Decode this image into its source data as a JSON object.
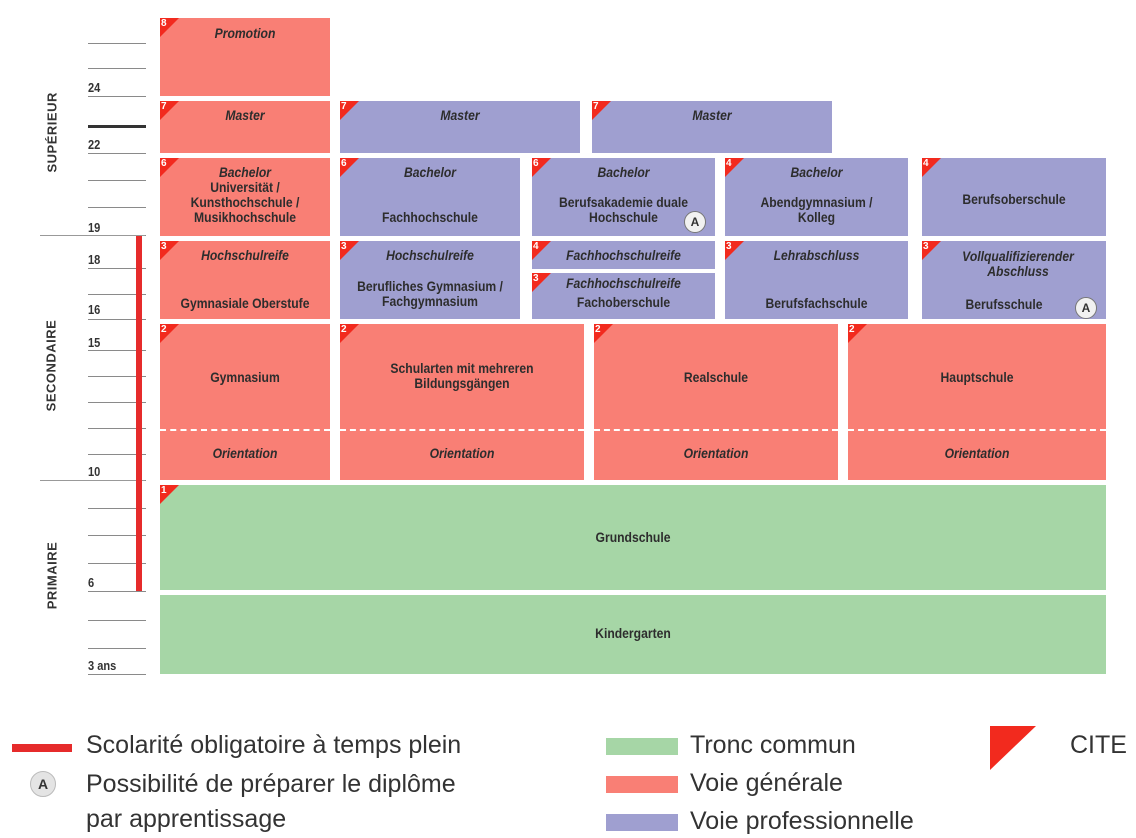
{
  "ages": [
    "24",
    "22",
    "19",
    "18",
    "16",
    "15",
    "10",
    "6",
    "3 ans"
  ],
  "levels": {
    "superieur": "SUPÉRIEUR",
    "secondaire": "SECONDAIRE",
    "primaire": "PRIMAIRE"
  },
  "colors": {
    "generale": "#f97f75",
    "professionnelle": "#9f9fd0",
    "commun": "#a6d6a6",
    "cite": "#f22a1e",
    "obligatoire": "#e62b2b"
  },
  "boxes": {
    "promotion": {
      "cite": "8",
      "title": "Promotion"
    },
    "master_gen": {
      "cite": "7",
      "title": "Master"
    },
    "master_pro1": {
      "cite": "7",
      "title": "Master"
    },
    "master_pro2": {
      "cite": "7",
      "title": "Master"
    },
    "bachelor_uni": {
      "cite": "6",
      "title": "Bachelor",
      "text": "Universität / Kunsthochschule / Musikhochschule"
    },
    "bachelor_fh": {
      "cite": "6",
      "title": "Bachelor",
      "text": "Fachhochschule"
    },
    "bachelor_ba": {
      "cite": "6",
      "title": "Bachelor",
      "text": "Berufsakademie duale Hochschule"
    },
    "bachelor_abend": {
      "cite": "4",
      "title": "Bachelor",
      "text": "Abendgymnasium / Kolleg"
    },
    "berufsoberschule": {
      "cite": "4",
      "text": "Berufsoberschule"
    },
    "gym_oberstufe": {
      "cite": "3",
      "title": "Hochschulreife",
      "text": "Gymnasiale Oberstufe"
    },
    "beruf_gym": {
      "cite": "3",
      "title": "Hochschulreife",
      "text": "Berufliches Gymnasium / Fachgymnasium"
    },
    "fh_reife_a": {
      "cite": "4",
      "title": "Fachhochschulreife"
    },
    "fh_reife_b": {
      "cite": "3",
      "title": "Fachhochschulreife",
      "text": "Fachoberschule"
    },
    "berufsfach": {
      "cite": "3",
      "title": "Lehrabschluss",
      "text": "Berufsfachschule"
    },
    "berufsschule": {
      "cite": "3",
      "title": "Vollqualifizierender Abschluss",
      "text": "Berufsschule"
    },
    "gymnasium": {
      "cite": "2",
      "text": "Gymnasium",
      "orientation": "Orientation"
    },
    "schularten": {
      "cite": "2",
      "text": "Schularten mit mehreren Bildungsgängen",
      "orientation": "Orientation"
    },
    "realschule": {
      "cite": "2",
      "text": "Realschule",
      "orientation": "Orientation"
    },
    "hauptschule": {
      "cite": "2",
      "text": "Hauptschule",
      "orientation": "Orientation"
    },
    "grundschule": {
      "cite": "1",
      "text": "Grundschule"
    },
    "kindergarten": {
      "text": "Kindergarten"
    }
  },
  "apprentissage_badge": "A",
  "legend": {
    "obligatoire": "Scolarité obligatoire à temps plein",
    "apprentissage_line1": "Possibilité de préparer le diplôme",
    "apprentissage_line2": "par apprentissage",
    "commun": "Tronc commun",
    "generale": "Voie générale",
    "professionnelle": "Voie professionnelle",
    "cite": "CITE"
  }
}
